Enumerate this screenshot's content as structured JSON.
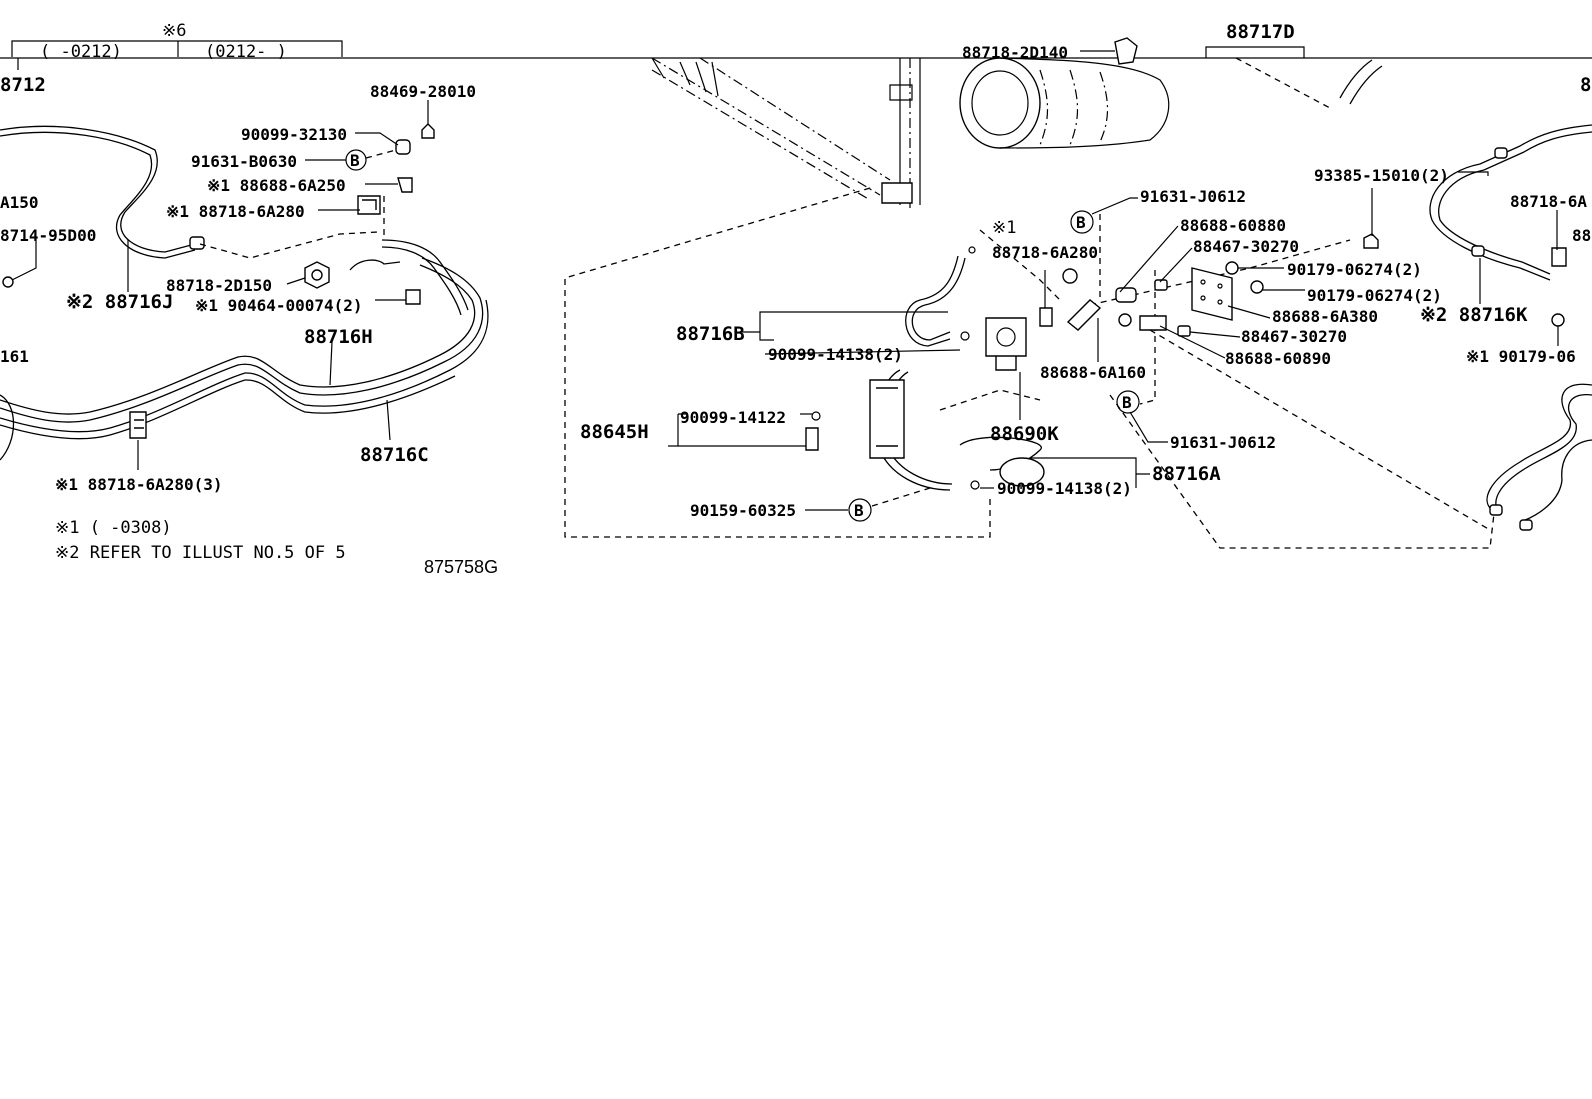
{
  "header": {
    "mark6": "※6",
    "range_left": "(    -0212)",
    "range_right": "(0212-     )",
    "left_group_number": "8712",
    "top_part": "88718-2D140",
    "top_right_group": "88717D",
    "edge_right": "8"
  },
  "left_section": {
    "cut_a150": "A150",
    "cut_95d00": "8714-95D00",
    "cut_161": "161",
    "labels": {
      "p88469_28010": "88469-28010",
      "p90099_32130": "90099-32130",
      "p91631_b0630": "91631-B0630",
      "p88688_6a250": "※1 88688-6A250",
      "p88718_6a280": "※1 88718-6A280",
      "p88716j": "※2 88716J",
      "p88718_2d150": "88718-2D150",
      "p90464_00074": "※1 90464-00074(2)",
      "p88716h": "88716H",
      "p88716c": "88716C",
      "p88718_6a280_3": "※1 88718-6A280(3)"
    }
  },
  "notes": {
    "note1": "※1 (    -0308)",
    "note2": "※2 REFER TO ILLUST NO.5 OF 5"
  },
  "illustration_code": "875758G",
  "center_section": {
    "labels": {
      "p91631_j0612_top": "91631-J0612",
      "p88688_60880": "88688-60880",
      "mark1": "※1",
      "p88718_6a280": "88718-6A280",
      "p88467_30270_top": "88467-30270",
      "p90179_06274_a": "90179-06274(2)",
      "p90179_06274_b": "90179-06274(2)",
      "p88688_6a380": "88688-6A380",
      "p88467_30270_bot": "88467-30270",
      "p88688_60890": "88688-60890",
      "p88716b": "88716B",
      "p90099_14138_top": "90099-14138(2)",
      "p88688_6a160": "88688-6A160",
      "p88645h": "88645H",
      "p90099_14122": "90099-14122",
      "p88690k": "88690K",
      "p91631_j0612_bot": "91631-J0612",
      "p88716a": "88716A",
      "p90099_14138_bot": "90099-14138(2)",
      "p90159_60325": "90159-60325"
    }
  },
  "right_section": {
    "labels": {
      "p93385_15010": "93385-15010(2)",
      "p88718_6a_cut": "88718-6A",
      "p88_cut": "88",
      "p88716k": "※2 88716K",
      "p90179_06_cut": "※1 90179-06"
    }
  },
  "callout_symbol": "B"
}
